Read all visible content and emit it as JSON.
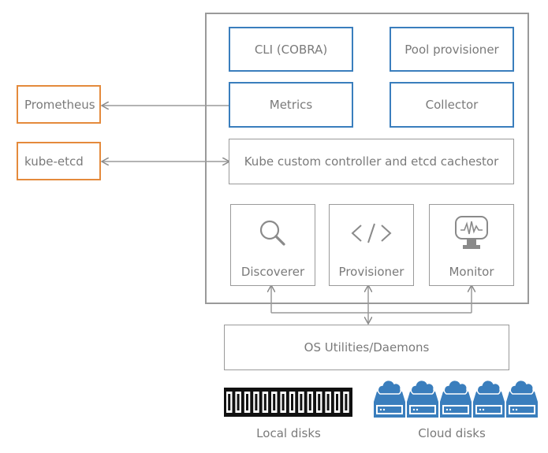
{
  "components": {
    "cli": "CLI (COBRA)",
    "pool_provisioner": "Pool provisioner",
    "metrics": "Metrics",
    "collector": "Collector",
    "kube_controller": "Kube custom controller and etcd cachestor",
    "discoverer": "Discoverer",
    "provisioner": "Provisioner",
    "monitor": "Monitor"
  },
  "external": {
    "prometheus": "Prometheus",
    "kube_etcd": "kube-etcd"
  },
  "os_utilities": "OS Utilities/Daemons",
  "captions": {
    "local_disks": "Local disks",
    "cloud_disks": "Cloud disks"
  },
  "icons": {
    "discoverer": "magnifier-icon",
    "provisioner": "code-brackets-icon",
    "monitor": "monitor-screen-icon",
    "local_disks": "disk-array-icon",
    "cloud_disks": "cloud-server-icon"
  },
  "colors": {
    "border_gray": "#9a9a9a",
    "accent_blue": "#3a7ebd",
    "accent_orange": "#e48a3c",
    "text_gray": "#7a7a7a"
  }
}
